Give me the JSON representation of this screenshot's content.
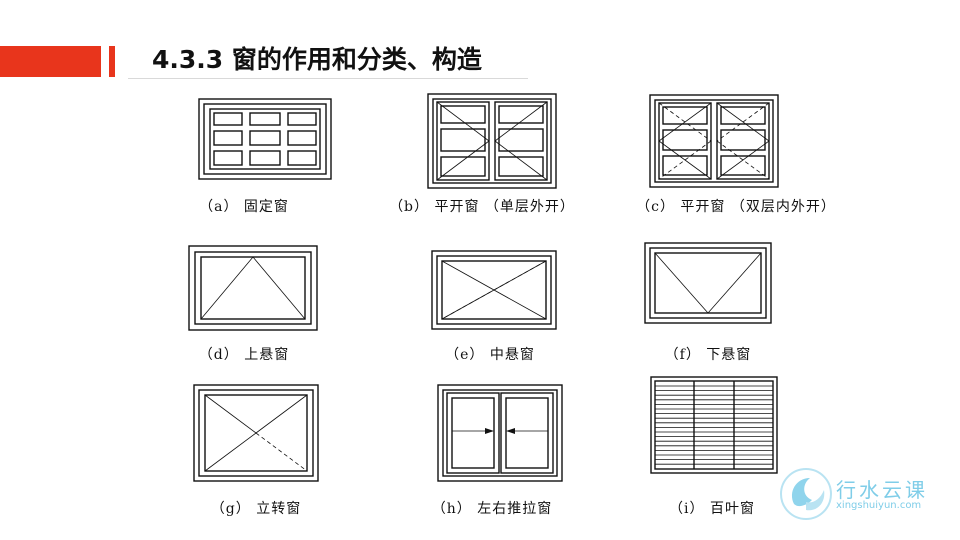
{
  "slide": {
    "title": "4.3.3  窗的作用和分类、构造"
  },
  "figures": [
    {
      "id": "a",
      "caption": "（a） 固定窗"
    },
    {
      "id": "b",
      "caption": "（b） 平开窗 （单层外开）"
    },
    {
      "id": "c",
      "caption": "（c） 平开窗 （双层内外开）"
    },
    {
      "id": "d",
      "caption": "（d） 上悬窗"
    },
    {
      "id": "e",
      "caption": "（e） 中悬窗"
    },
    {
      "id": "f",
      "caption": "（f） 下悬窗"
    },
    {
      "id": "g",
      "caption": "（g） 立转窗"
    },
    {
      "id": "h",
      "caption": "（h） 左右推拉窗"
    },
    {
      "id": "i",
      "caption": "（i） 百叶窗"
    }
  ],
  "watermark": {
    "name": "行水云课",
    "url": "xingshuiyun.com"
  },
  "colors": {
    "accent": "#e8351c",
    "line": "#111111",
    "watermark": "#7fcde8"
  }
}
